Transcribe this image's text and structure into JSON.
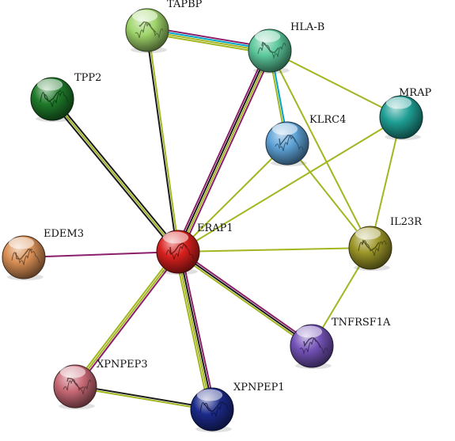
{
  "colors": {
    "textmining": "#a3b51f",
    "coexpression": "#1a1a1a",
    "experiments": "#8b1f6a",
    "database": "#00a3c8"
  },
  "nodes": [
    {
      "id": "ERAP1",
      "label": "ERAP1",
      "color": "#d8201e",
      "icon": "protein-structure-icon"
    },
    {
      "id": "TAPBP",
      "label": "TAPBP",
      "color": "#9fd46a",
      "icon": "protein-structure-icon"
    },
    {
      "id": "HLA-B",
      "label": "HLA-B",
      "color": "#5bc79a",
      "icon": "protein-structure-icon"
    },
    {
      "id": "TPP2",
      "label": "TPP2",
      "color": "#1f7a2a",
      "icon": "protein-structure-icon"
    },
    {
      "id": "KLRC4",
      "label": "KLRC4",
      "color": "#5ea3d8",
      "icon": "protein-structure-icon"
    },
    {
      "id": "MRAP",
      "label": "MRAP",
      "color": "#1f9f95",
      "icon": "sphere-icon"
    },
    {
      "id": "IL23R",
      "label": "IL23R",
      "color": "#9c9628",
      "icon": "protein-structure-icon"
    },
    {
      "id": "EDEM3",
      "label": "EDEM3",
      "color": "#d98f55",
      "icon": "protein-structure-icon"
    },
    {
      "id": "TNFRSF1A",
      "label": "TNFRSF1A",
      "color": "#7452b8",
      "icon": "protein-structure-icon"
    },
    {
      "id": "XPNPEP3",
      "label": "XPNPEP3",
      "color": "#c86a76",
      "icon": "protein-structure-icon"
    },
    {
      "id": "XPNPEP1",
      "label": "XPNPEP1",
      "color": "#1c2a8a",
      "icon": "protein-structure-icon"
    }
  ],
  "edges": [
    {
      "source": "ERAP1",
      "target": "TAPBP",
      "types": [
        "coexpression",
        "textmining"
      ]
    },
    {
      "source": "ERAP1",
      "target": "HLA-B",
      "types": [
        "experiments",
        "coexpression",
        "textmining",
        "experiments"
      ]
    },
    {
      "source": "ERAP1",
      "target": "TPP2",
      "types": [
        "coexpression",
        "textmining",
        "coexpression"
      ]
    },
    {
      "source": "ERAP1",
      "target": "KLRC4",
      "types": [
        "textmining"
      ]
    },
    {
      "source": "ERAP1",
      "target": "MRAP",
      "types": [
        "textmining"
      ]
    },
    {
      "source": "ERAP1",
      "target": "IL23R",
      "types": [
        "textmining"
      ]
    },
    {
      "source": "ERAP1",
      "target": "EDEM3",
      "types": [
        "experiments"
      ]
    },
    {
      "source": "ERAP1",
      "target": "TNFRSF1A",
      "types": [
        "experiments",
        "coexpression",
        "textmining"
      ]
    },
    {
      "source": "ERAP1",
      "target": "XPNPEP3",
      "types": [
        "experiments",
        "textmining",
        "textmining"
      ]
    },
    {
      "source": "ERAP1",
      "target": "XPNPEP1",
      "types": [
        "experiments",
        "coexpression",
        "textmining",
        "textmining"
      ]
    },
    {
      "source": "TAPBP",
      "target": "HLA-B",
      "types": [
        "experiments",
        "database",
        "textmining",
        "textmining"
      ]
    },
    {
      "source": "HLA-B",
      "target": "KLRC4",
      "types": [
        "database",
        "textmining"
      ]
    },
    {
      "source": "HLA-B",
      "target": "MRAP",
      "types": [
        "textmining"
      ]
    },
    {
      "source": "HLA-B",
      "target": "IL23R",
      "types": [
        "textmining"
      ]
    },
    {
      "source": "KLRC4",
      "target": "IL23R",
      "types": [
        "textmining"
      ]
    },
    {
      "source": "MRAP",
      "target": "IL23R",
      "types": [
        "textmining"
      ]
    },
    {
      "source": "IL23R",
      "target": "TNFRSF1A",
      "types": [
        "textmining"
      ]
    },
    {
      "source": "XPNPEP3",
      "target": "XPNPEP1",
      "types": [
        "coexpression",
        "textmining"
      ]
    }
  ]
}
